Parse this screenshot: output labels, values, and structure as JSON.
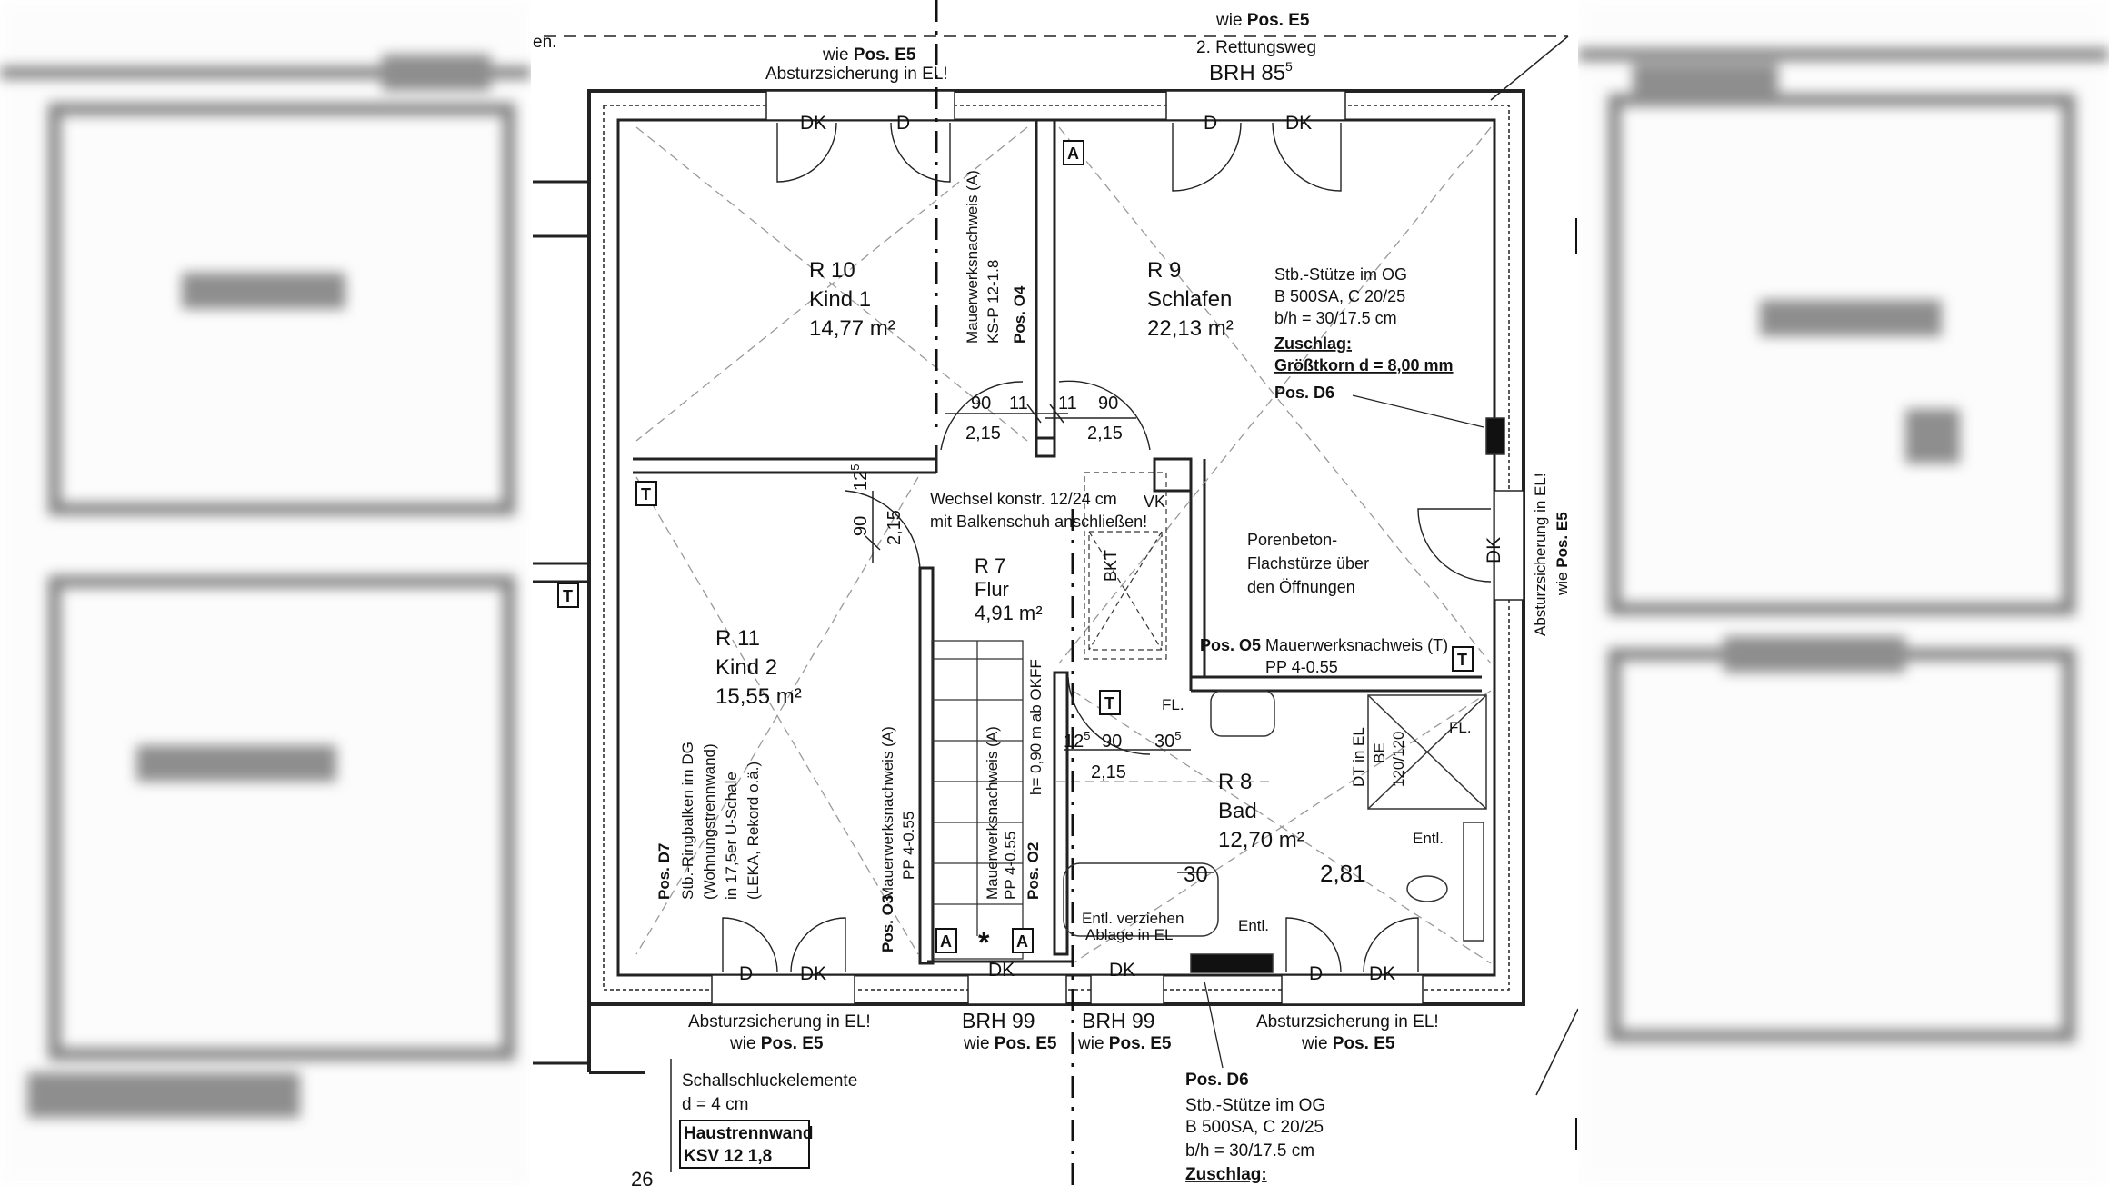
{
  "rooms": {
    "r10": {
      "number": "R 10",
      "name": "Kind 1",
      "area": "14,77 m²"
    },
    "r9": {
      "number": "R 9",
      "name": "Schlafen",
      "area": "22,13 m²"
    },
    "r7": {
      "number": "R 7",
      "name": "Flur",
      "area": "4,91 m²"
    },
    "r11": {
      "number": "R 11",
      "name": "Kind 2",
      "area": "15,55 m²"
    },
    "r8": {
      "number": "R 8",
      "name": "Bad",
      "area": "12,70 m²"
    }
  },
  "top": {
    "wie_pos_e5_prefix": "wie",
    "wie_pos_e5_bold": "Pos. E5",
    "rettungsweg": "2. Rettungsweg",
    "brh85": "BRH 85",
    "brh85_sup": "5",
    "absturz": "Absturzsicherung in EL!",
    "cut_left": "en."
  },
  "windows": {
    "d": "D",
    "dk": "DK"
  },
  "markers": {
    "a": "A",
    "t": "T"
  },
  "wall_notes": {
    "mauer_a_1": "Mauerwerksnachweis (A)",
    "mauer_a_2": "KS-P 12-1.8",
    "pos_o4": "Pos. O4",
    "mauer_o3_1": "Mauerwerksnachweis (A)",
    "mauer_o3_2": "PP 4-0.55",
    "pos_o3": "Pos. O3",
    "mauer_o2_1": "Mauerwerksnachweis (A)",
    "mauer_o2_2": "PP 4-0.55",
    "pos_o2": "Pos. O2",
    "h_okff": "h= 0,90 m ab OKFF",
    "d7_pos": "Pos. D7",
    "d7_1": "Stb.-Ringbalken im DG",
    "d7_2": "(Wohnungstrennwand)",
    "d7_3": "in 17,5er U-Schale",
    "d7_4": "(LEKA, Rekord o.ä.)",
    "o5_pos": "Pos. O5",
    "o5_1": "Mauerwerksnachweis (T)",
    "o5_2": "PP 4-0.55"
  },
  "stuetze": {
    "l1": "Stb.-Stütze im OG",
    "l2": "B 500SA, C 20/25",
    "l3": "b/h = 30/17.5 cm",
    "l4": "Zuschlag:",
    "l5": "Größtkorn d = 8,00 mm",
    "l6": "Pos. D6"
  },
  "wechsel": {
    "l1": "Wechsel konstr. 12/24 cm",
    "l2": "mit Balkenschuh anschließen!"
  },
  "porenbeton": {
    "l1": "Porenbeton-",
    "l2": "Flachstürze über",
    "l3": "den Öffnungen"
  },
  "right_side": {
    "absturz": "Absturzsicherung in EL!",
    "wie": "wie",
    "pos": "Pos. E5"
  },
  "dims": {
    "d90": "90",
    "d11": "11",
    "d215": "2,15",
    "d125": "12",
    "d125_sup": "5",
    "d305": "30",
    "d305_sup": "5",
    "d30": "30",
    "d281": "2,81"
  },
  "bath": {
    "fl": "FL.",
    "dt": "DT in EL",
    "be": "BE",
    "be_size": "120/120",
    "entl": "Entl.",
    "entl_verz": "Entl. verziehen",
    "ablage": "Ablage in EL",
    "vk": "VK",
    "bkt": "BKT"
  },
  "bottom": {
    "absturz": "Absturzsicherung in EL!",
    "wie": "wie",
    "pos": "Pos. E5",
    "brh99": "BRH 99",
    "schall_1": "Schallschluckelemente",
    "schall_2": "d = 4 cm",
    "haus_1": "Haustrennwand",
    "haus_2": "KSV 12  1,8",
    "num26": "26",
    "d6_pos": "Pos. D6",
    "d6_1": "Stb.-Stütze im OG",
    "d6_2": "B 500SA, C 20/25",
    "d6_3": "b/h = 30/17.5 cm",
    "d6_4": "Zuschlag:"
  }
}
